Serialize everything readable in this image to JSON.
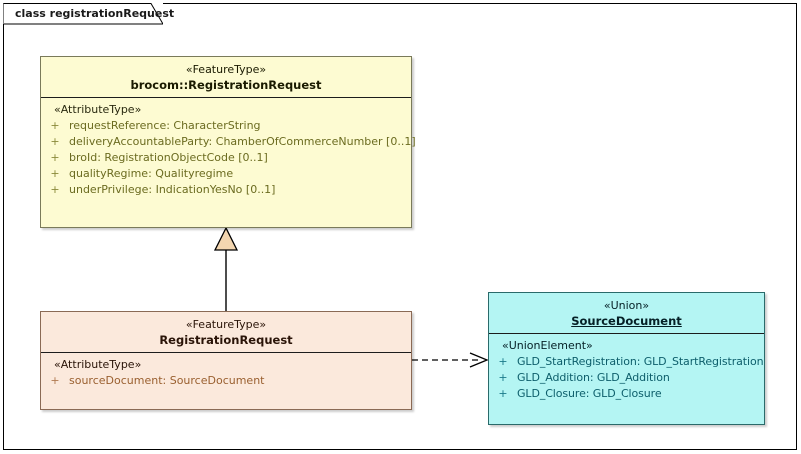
{
  "frame": {
    "title": "class registrationRequest"
  },
  "classes": [
    {
      "id": "brocom-registrationrequest",
      "stereotype": "«FeatureType»",
      "name": "brocom::RegistrationRequest",
      "compartment_label": "«AttributeType»",
      "attributes": [
        {
          "visibility": "+",
          "text": "requestReference: CharacterString"
        },
        {
          "visibility": "+",
          "text": "deliveryAccountableParty: ChamberOfCommerceNumber [0..1]"
        },
        {
          "visibility": "+",
          "text": "broId: RegistrationObjectCode [0..1]"
        },
        {
          "visibility": "+",
          "text": "qualityRegime: Qualityregime"
        },
        {
          "visibility": "+",
          "text": "underPrivilege: IndicationYesNo [0..1]"
        }
      ],
      "fill_color": "#fdfbd2"
    },
    {
      "id": "registrationrequest",
      "stereotype": "«FeatureType»",
      "name": "RegistrationRequest",
      "compartment_label": "«AttributeType»",
      "attributes": [
        {
          "visibility": "+",
          "text": "sourceDocument: SourceDocument"
        }
      ],
      "fill_color": "#fbe9dc"
    },
    {
      "id": "sourcedocument",
      "stereotype": "«Union»",
      "name": "SourceDocument",
      "compartment_label": "«UnionElement»",
      "attributes": [
        {
          "visibility": "+",
          "text": "GLD_StartRegistration: GLD_StartRegistration"
        },
        {
          "visibility": "+",
          "text": "GLD_Addition: GLD_Addition"
        },
        {
          "visibility": "+",
          "text": "GLD_Closure: GLD_Closure"
        }
      ],
      "fill_color": "#b4f5f3"
    }
  ],
  "connectors": [
    {
      "id": "generalization",
      "type": "generalization",
      "from": "registrationrequest",
      "to": "brocom-registrationrequest",
      "arrow": "hollow-triangle",
      "line": "solid"
    },
    {
      "id": "dependency",
      "type": "dependency",
      "from": "registrationrequest",
      "to": "sourcedocument",
      "arrow": "open-arrow",
      "line": "dashed"
    }
  ],
  "colors": {
    "generalization_triangle_fill": "#f3d6b0",
    "line": "#000000",
    "background": "#ffffff"
  }
}
